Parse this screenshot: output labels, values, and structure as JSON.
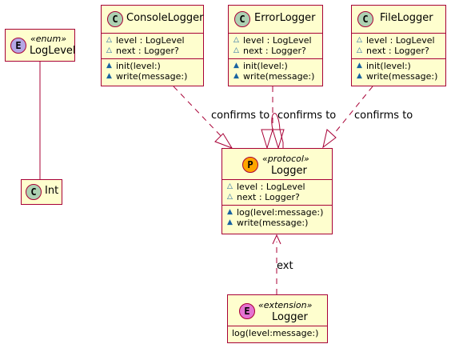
{
  "classes": {
    "log_level": {
      "stereotype": "«enum»",
      "name": "LogLevel",
      "badge": "E"
    },
    "int": {
      "name": "Int",
      "badge": "C"
    },
    "console_logger": {
      "name": "ConsoleLogger",
      "badge": "C",
      "fields": [
        "level : LogLevel",
        "next : Logger?"
      ],
      "methods": [
        "init(level:)",
        "write(message:)"
      ]
    },
    "error_logger": {
      "name": "ErrorLogger",
      "badge": "C",
      "fields": [
        "level : LogLevel",
        "next : Logger?"
      ],
      "methods": [
        "init(level:)",
        "write(message:)"
      ]
    },
    "file_logger": {
      "name": "FileLogger",
      "badge": "C",
      "fields": [
        "level : LogLevel",
        "next : Logger?"
      ],
      "methods": [
        "init(level:)",
        "write(message:)"
      ]
    },
    "logger_protocol": {
      "stereotype": "«protocol»",
      "name": "Logger",
      "badge": "P",
      "fields": [
        "level : LogLevel",
        "next : Logger?"
      ],
      "methods": [
        "log(level:message:)",
        "write(message:)"
      ]
    },
    "logger_extension": {
      "stereotype": "«extension»",
      "name": "Logger",
      "badge": "E",
      "methods": [
        "log(level:message:)"
      ]
    }
  },
  "relations": {
    "console_conforms": "confirms to",
    "error_conforms": "confirms to",
    "file_conforms": "confirms to",
    "extension_label": "ext"
  },
  "colors": {
    "border": "#a80036",
    "fill": "#fefece",
    "class_badge": "#add1b2",
    "enum_badge": "#b4a7e5",
    "protocol_badge": "#ffa500",
    "extension_badge": "#e472d2"
  }
}
